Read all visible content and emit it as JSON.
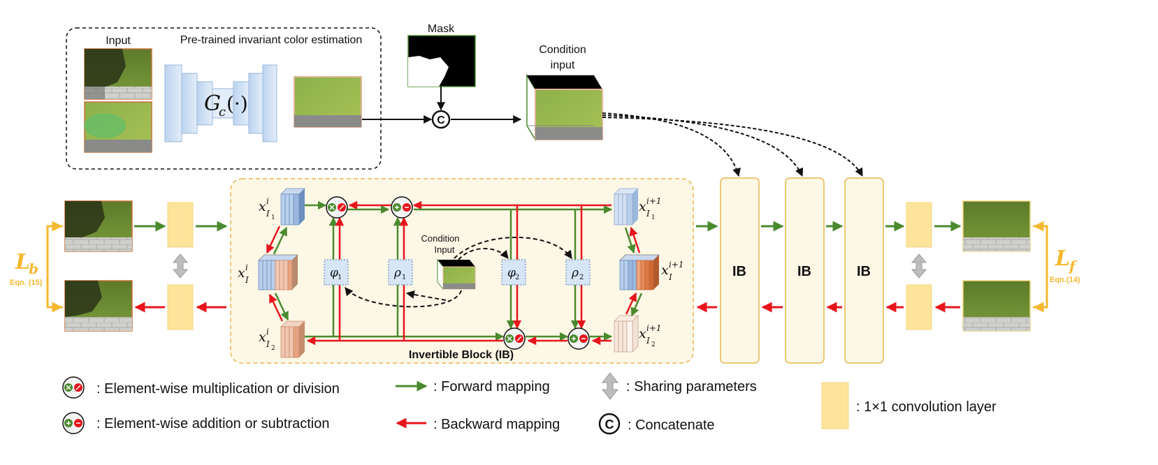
{
  "top": {
    "input_label": "Input",
    "estimation_label": "Pre-trained invariant color estimation",
    "gc_label": "G",
    "gc_sub": "c",
    "gc_arg": "(·)",
    "mask_label": "Mask",
    "condition_label_1": "Condition",
    "condition_label_2": "input",
    "concat_symbol": "C"
  },
  "block": {
    "title": "Invertible Block (IB)",
    "cond_label_1": "Condition",
    "cond_label_2": "Input",
    "x_base": "x",
    "sup_i": "i",
    "sup_i1": "i+1",
    "sub_I": "I",
    "sub_I1": "I",
    "sub_1": "1",
    "sub_2": "2",
    "phi1": "φ",
    "rho1": "ρ",
    "phi2": "φ",
    "rho2": "ρ",
    "sub_one": "1",
    "sub_two": "2"
  },
  "ib_blocks": [
    "IB",
    "IB",
    "IB"
  ],
  "loss": {
    "left": "L",
    "left_sub": "b",
    "left_eqn": "Eqn. (15)",
    "right": "L",
    "right_sub": "f",
    "right_eqn": "Eqn.(14)"
  },
  "legend": {
    "mult_div": ": Element-wise multiplication or division",
    "add_sub": ":  Element-wise addition or subtraction",
    "forward": ": Forward mapping",
    "backward": ": Backward mapping",
    "sharing": ":  Sharing parameters",
    "concat": ": Concatenate",
    "concat_symbol": "C",
    "conv": ":  1×1 convolution layer"
  },
  "colors": {
    "forward": "#4a8a2e",
    "backward": "#e8141c",
    "conv_fill": "#fde49a",
    "block_bg": "#fdf7e6",
    "block_border": "#e5b84c",
    "loss": "#f5b82e",
    "stack_blue": "#9ab7dd",
    "stack_orange": "#e7a381"
  }
}
